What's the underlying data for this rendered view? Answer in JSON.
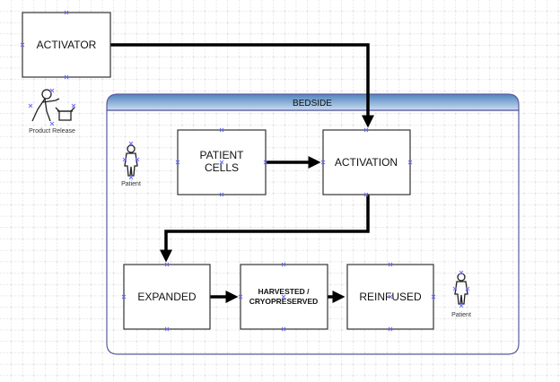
{
  "nodes": {
    "activator": "ACTIVATOR",
    "bedside": "BEDSIDE",
    "patient_cells_1": "PATIENT",
    "patient_cells_2": "CELLS",
    "activation": "ACTIVATION",
    "expanded": "EXPANDED",
    "harvested_1": "HARVESTED /",
    "harvested_2": "CRYOPRESERVED",
    "reinfused": "REINFUSED"
  },
  "figures": {
    "product_release": "Product Release",
    "patient_left": "Patient",
    "patient_right": "Patient"
  },
  "colors": {
    "header_blue": "#6f9fd0",
    "container_border": "#5a5aa0",
    "marker": "#6b6bff"
  }
}
